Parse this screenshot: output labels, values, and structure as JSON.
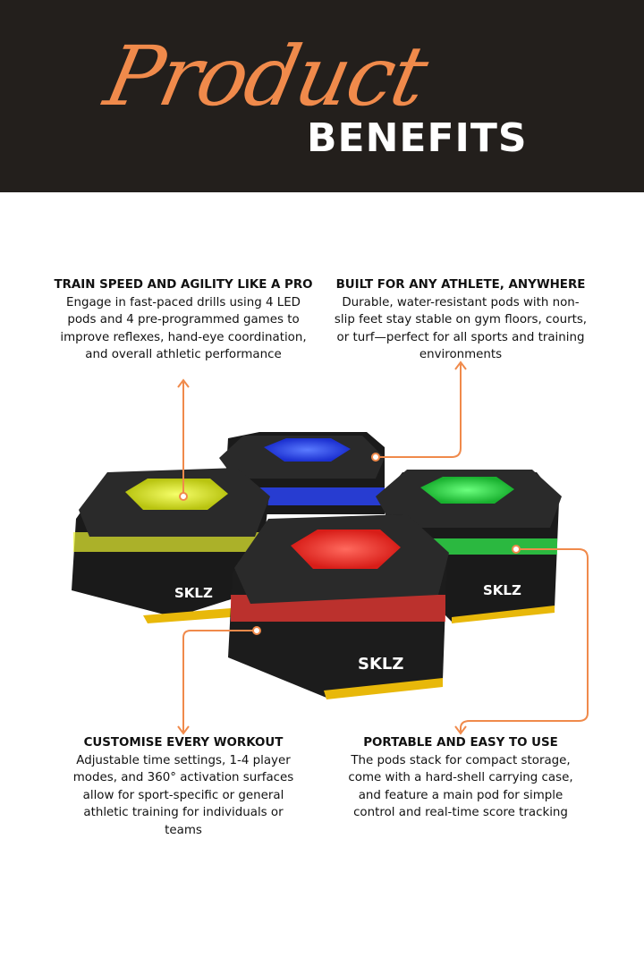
{
  "header": {
    "script_title": "Product",
    "title": "BENEFITS"
  },
  "benefits": [
    {
      "title": "TRAIN SPEED AND AGILITY LIKE A PRO",
      "text": "Engage in fast-paced drills using 4 LED pods and 4 pre-programmed games to improve reflexes, hand-eye coordination, and overall athletic performance"
    },
    {
      "title": "BUILT FOR ANY ATHLETE, ANYWHERE",
      "text": "Durable, water-resistant pods with non-slip feet stay stable on gym floors, courts, or turf—perfect for all sports and training environments"
    },
    {
      "title": "CUSTOMISE EVERY WORKOUT",
      "text": "Adjustable time settings, 1-4 player modes, and 360° activation surfaces allow for sport-specific or general athletic training for individuals or teams"
    },
    {
      "title": "PORTABLE AND EASY TO USE",
      "text": "The pods stack for compact storage, come with a hard-shell carrying case, and feature a main pod for simple control and real-time score tracking"
    }
  ],
  "brand": "SKLZ",
  "colors": {
    "header_bg": "#231f1c",
    "accent": "#f08a4b",
    "yellow": "#e9f230",
    "blue": "#2a45ff",
    "green": "#2fe04a",
    "red": "#ff3b34"
  }
}
